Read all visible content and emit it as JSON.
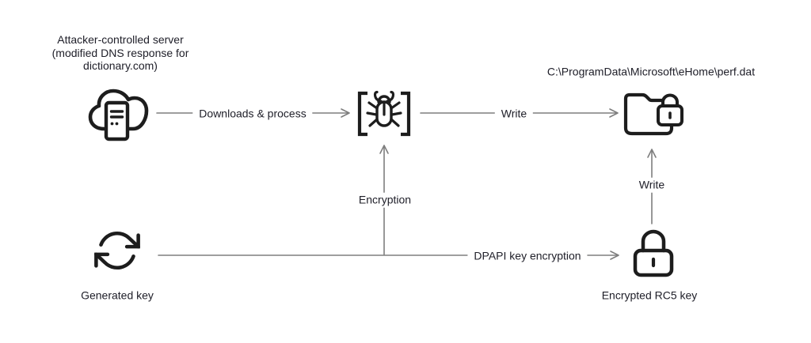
{
  "colors": {
    "background": "#ffffff",
    "icon_stroke": "#1d1d1d",
    "arrow_line": "#7e7e7e",
    "text": "#20202a"
  },
  "nodes": {
    "attacker_server": {
      "label": "Attacker-controlled server\n(modified DNS response for\ndictionary.com)",
      "icon": "cloud-server-icon"
    },
    "malware": {
      "icon": "bug-in-brackets-icon"
    },
    "perf_file": {
      "label": "C:\\ProgramData\\Microsoft\\eHome\\perf.dat",
      "icon": "folder-lock-icon"
    },
    "generated_key": {
      "label": "Generated key",
      "icon": "refresh-cycle-icon"
    },
    "encrypted_rc5_key": {
      "label": "Encrypted RC5 key",
      "icon": "padlock-icon"
    }
  },
  "edges": {
    "downloads_process": {
      "label": "Downloads & process",
      "from": "attacker_server",
      "to": "malware"
    },
    "write_file": {
      "label": "Write",
      "from": "malware",
      "to": "perf_file"
    },
    "encryption": {
      "label": "Encryption",
      "from": "generated_key",
      "to": "malware"
    },
    "dpapi_key_encryption": {
      "label": "DPAPI key encryption",
      "from": "generated_key",
      "to": "encrypted_rc5_key"
    },
    "write_key": {
      "label": "Write",
      "from": "encrypted_rc5_key",
      "to": "perf_file"
    }
  }
}
